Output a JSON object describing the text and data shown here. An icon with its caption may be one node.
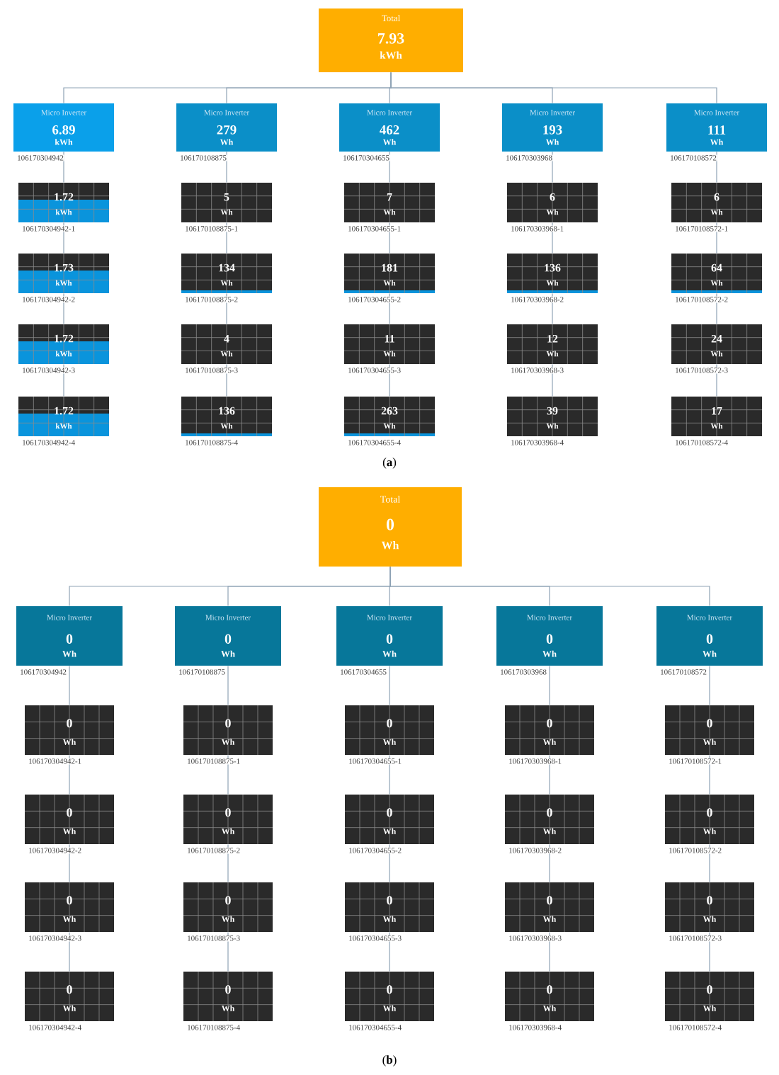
{
  "diagram": {
    "nodes": [
      {
        "text": [
          "Total",
          "7.93",
          "kWh"
        ]
      },
      {
        "text": [
          "Micro Inverter",
          "6.89",
          "kWh"
        ],
        "beside": [
          "106170304942"
        ]
      },
      {
        "text": [
          "Micro Inverter",
          "279",
          "Wh"
        ],
        "beside": [
          "106170108875"
        ]
      },
      {
        "text": [
          "Micro Inverter",
          "462",
          "Wh"
        ],
        "beside": [
          "106170304655"
        ]
      },
      {
        "text": [
          "Micro Inverter",
          "193",
          "Wh"
        ],
        "beside": [
          "106170303968"
        ]
      },
      {
        "text": [
          "Micro Inverter",
          "111",
          "Wh"
        ],
        "beside": [
          "106170108572"
        ]
      },
      {
        "text": [
          "1.72",
          "kWh"
        ],
        "beside": [
          "106170304942-1"
        ]
      },
      {
        "text": [
          "5",
          "Wh"
        ],
        "beside": [
          "106170108875-1"
        ]
      },
      {
        "text": [
          "7",
          "Wh"
        ],
        "beside": [
          "106170304655-1"
        ]
      },
      {
        "text": [
          "6",
          "Wh"
        ],
        "beside": [
          "106170303968-1"
        ]
      },
      {
        "text": [
          "6",
          "Wh"
        ],
        "beside": [
          "106170108572-1"
        ]
      },
      {
        "text": [
          "1.73",
          "kWh"
        ],
        "beside": [
          "106170304942-2"
        ]
      },
      {
        "text": [
          "134",
          "Wh"
        ],
        "beside": [
          "106170108875-2"
        ]
      },
      {
        "text": [
          "181",
          "Wh"
        ],
        "beside": [
          "106170304655-2"
        ]
      },
      {
        "text": [
          "136",
          "Wh"
        ],
        "beside": [
          "106170303968-2"
        ]
      },
      {
        "text": [
          "64",
          "Wh"
        ],
        "beside": [
          "106170108572-2"
        ]
      },
      {
        "text": [
          "1.72",
          "kWh"
        ],
        "beside": [
          "106170304942-3"
        ]
      },
      {
        "text": [
          "4",
          "Wh"
        ],
        "beside": [
          "106170108875-3"
        ]
      },
      {
        "text": [
          "11",
          "Wh"
        ],
        "beside": [
          "106170304655-3"
        ]
      },
      {
        "text": [
          "12",
          "Wh"
        ],
        "beside": [
          "106170303968-3"
        ]
      },
      {
        "text": [
          "24",
          "Wh"
        ],
        "beside": [
          "106170108572-3"
        ]
      },
      {
        "text": [
          "1.72",
          "kWh"
        ],
        "beside": [
          "106170304942-4"
        ]
      },
      {
        "text": [
          "136",
          "Wh"
        ],
        "beside": [
          "106170108875-4"
        ]
      },
      {
        "text": [
          "263",
          "Wh"
        ],
        "beside": [
          "106170304655-4"
        ]
      },
      {
        "text": [
          "39",
          "Wh"
        ],
        "beside": [
          "106170303968-4"
        ]
      },
      {
        "text": [
          "17",
          "Wh"
        ],
        "beside": [
          "106170108572-4"
        ]
      },
      {
        "text": [
          "Total",
          "0",
          "Wh"
        ]
      },
      {
        "text": [
          "Micro Inverter",
          "0",
          "Wh"
        ],
        "beside": [
          "106170304942"
        ]
      },
      {
        "text": [
          "Micro Inverter",
          "0",
          "Wh"
        ],
        "beside": [
          "106170108875"
        ]
      },
      {
        "text": [
          "Micro Inverter",
          "0",
          "Wh"
        ],
        "beside": [
          "106170304655"
        ]
      },
      {
        "text": [
          "Micro Inverter",
          "0",
          "Wh"
        ],
        "beside": [
          "106170303968"
        ]
      },
      {
        "text": [
          "Micro Inverter",
          "0",
          "Wh"
        ],
        "beside": [
          "106170108572"
        ]
      },
      {
        "text": [
          "0",
          "Wh"
        ],
        "beside": [
          "106170304942-1"
        ]
      },
      {
        "text": [
          "0",
          "Wh"
        ],
        "beside": [
          "106170108875-1"
        ]
      },
      {
        "text": [
          "0",
          "Wh"
        ],
        "beside": [
          "106170304655-1"
        ]
      },
      {
        "text": [
          "0",
          "Wh"
        ],
        "beside": [
          "106170303968-1"
        ]
      },
      {
        "text": [
          "0",
          "Wh"
        ],
        "beside": [
          "106170108572-1"
        ]
      },
      {
        "text": [
          "0",
          "Wh"
        ],
        "beside": [
          "106170304942-2"
        ]
      },
      {
        "text": [
          "0",
          "Wh"
        ],
        "beside": [
          "106170108875-2"
        ]
      },
      {
        "text": [
          "0",
          "Wh"
        ],
        "beside": [
          "106170304655-2"
        ]
      },
      {
        "text": [
          "0",
          "Wh"
        ],
        "beside": [
          "106170303968-2"
        ]
      },
      {
        "text": [
          "0",
          "Wh"
        ],
        "beside": [
          "106170108572-2"
        ]
      },
      {
        "text": [
          "0",
          "Wh"
        ],
        "beside": [
          "106170304942-3"
        ]
      },
      {
        "text": [
          "0",
          "Wh"
        ],
        "beside": [
          "106170108875-3"
        ]
      },
      {
        "text": [
          "0",
          "Wh"
        ],
        "beside": [
          "106170304655-3"
        ]
      },
      {
        "text": [
          "0",
          "Wh"
        ],
        "beside": [
          "106170303968-3"
        ]
      },
      {
        "text": [
          "0",
          "Wh"
        ],
        "beside": [
          "106170108572-3"
        ]
      },
      {
        "text": [
          "0",
          "Wh"
        ],
        "beside": [
          "106170304942-4"
        ]
      },
      {
        "text": [
          "0",
          "Wh"
        ],
        "beside": [
          "106170108875-4"
        ]
      },
      {
        "text": [
          "0",
          "Wh"
        ],
        "beside": [
          "106170304655-4"
        ]
      },
      {
        "text": [
          "0",
          "Wh"
        ],
        "beside": [
          "106170303968-4"
        ]
      },
      {
        "text": [
          "0",
          "Wh"
        ],
        "beside": [
          "106170108572-4"
        ]
      }
    ],
    "edges": [
      {
        "from": 0,
        "to": 1,
        "arrow": "none"
      },
      {
        "from": 0,
        "to": 2,
        "arrow": "none"
      },
      {
        "from": 0,
        "to": 3,
        "arrow": "none"
      },
      {
        "from": 0,
        "to": 4,
        "arrow": "none"
      },
      {
        "from": 0,
        "to": 5,
        "arrow": "none"
      },
      {
        "from": 1,
        "to": 6,
        "arrow": "none"
      },
      {
        "from": 6,
        "to": 11,
        "arrow": "none"
      },
      {
        "from": 11,
        "to": 16,
        "arrow": "none"
      },
      {
        "from": 16,
        "to": 21,
        "arrow": "none"
      },
      {
        "from": 2,
        "to": 7,
        "arrow": "none"
      },
      {
        "from": 7,
        "to": 12,
        "arrow": "none"
      },
      {
        "from": 12,
        "to": 17,
        "arrow": "none"
      },
      {
        "from": 17,
        "to": 22,
        "arrow": "none"
      },
      {
        "from": 3,
        "to": 8,
        "arrow": "none"
      },
      {
        "from": 8,
        "to": 13,
        "arrow": "none"
      },
      {
        "from": 13,
        "to": 18,
        "arrow": "none"
      },
      {
        "from": 18,
        "to": 23,
        "arrow": "none"
      },
      {
        "from": 4,
        "to": 9,
        "arrow": "none"
      },
      {
        "from": 9,
        "to": 14,
        "arrow": "none"
      },
      {
        "from": 14,
        "to": 19,
        "arrow": "none"
      },
      {
        "from": 19,
        "to": 24,
        "arrow": "none"
      },
      {
        "from": 5,
        "to": 10,
        "arrow": "none"
      },
      {
        "from": 10,
        "to": 15,
        "arrow": "none"
      },
      {
        "from": 15,
        "to": 20,
        "arrow": "none"
      },
      {
        "from": 20,
        "to": 25,
        "arrow": "none"
      },
      {
        "from": 26,
        "to": 27,
        "arrow": "none"
      },
      {
        "from": 26,
        "to": 28,
        "arrow": "none"
      },
      {
        "from": 26,
        "to": 29,
        "arrow": "none"
      },
      {
        "from": 26,
        "to": 30,
        "arrow": "none"
      },
      {
        "from": 26,
        "to": 31,
        "arrow": "none"
      },
      {
        "from": 27,
        "to": 32,
        "arrow": "none"
      },
      {
        "from": 32,
        "to": 37,
        "arrow": "none"
      },
      {
        "from": 37,
        "to": 42,
        "arrow": "none"
      },
      {
        "from": 42,
        "to": 47,
        "arrow": "none"
      },
      {
        "from": 28,
        "to": 33,
        "arrow": "none"
      },
      {
        "from": 33,
        "to": 38,
        "arrow": "none"
      },
      {
        "from": 38,
        "to": 43,
        "arrow": "none"
      },
      {
        "from": 43,
        "to": 48,
        "arrow": "none"
      },
      {
        "from": 29,
        "to": 34,
        "arrow": "none"
      },
      {
        "from": 34,
        "to": 39,
        "arrow": "none"
      },
      {
        "from": 39,
        "to": 44,
        "arrow": "none"
      },
      {
        "from": 44,
        "to": 49,
        "arrow": "none"
      },
      {
        "from": 30,
        "to": 35,
        "arrow": "none"
      },
      {
        "from": 35,
        "to": 40,
        "arrow": "none"
      },
      {
        "from": 40,
        "to": 45,
        "arrow": "none"
      },
      {
        "from": 45,
        "to": 50,
        "arrow": "none"
      },
      {
        "from": 31,
        "to": 36,
        "arrow": "none"
      },
      {
        "from": 36,
        "to": 41,
        "arrow": "none"
      },
      {
        "from": 41,
        "to": 46,
        "arrow": "none"
      },
      {
        "from": 46,
        "to": 51,
        "arrow": "none"
      }
    ],
    "labels": [
      "(**a**)",
      "(**b**)"
    ]
  }
}
